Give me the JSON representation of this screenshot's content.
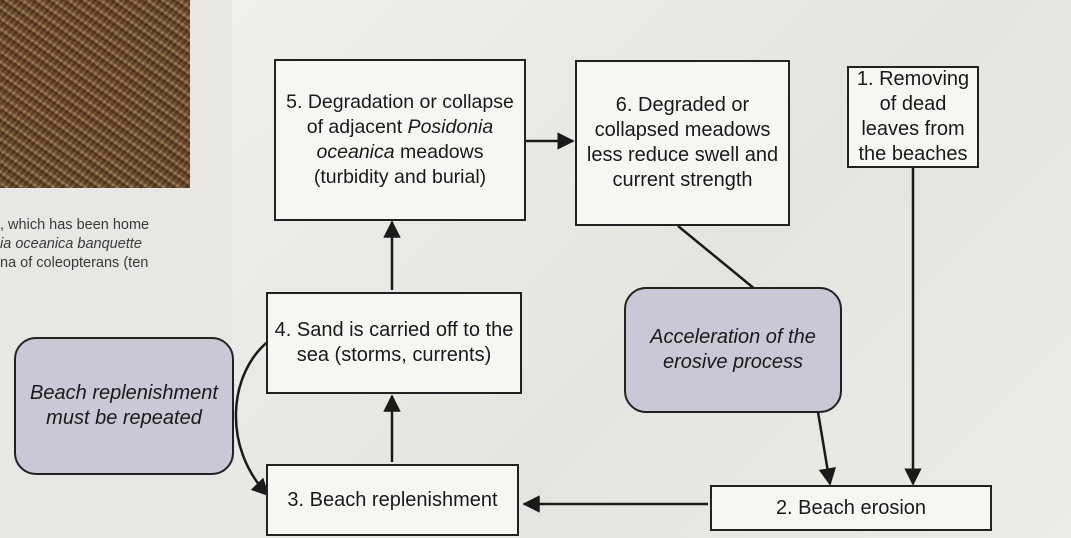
{
  "caption": {
    "line1": ", which has been home",
    "line2": "ia oceanica banquette",
    "line3": "na of coleopterans (ten"
  },
  "nodes": {
    "n1": {
      "label": "1. Removing of dead leaves from the beaches"
    },
    "n2": {
      "label": "2. Beach erosion"
    },
    "n3": {
      "label": "3. Beach replenishment"
    },
    "n4": {
      "label": "4. Sand is carried off to the sea (storms, currents)"
    },
    "n5": {
      "pre": "5. Degradation or collapse of adjacent ",
      "species": "Posidonia oceanica",
      "post": " meadows (turbidity and burial)"
    },
    "n6": {
      "label": "6. Degraded or collapsed meadows less reduce swell and current strength"
    },
    "acceleration": {
      "label": "Acceleration of the erosive process"
    },
    "repeat": {
      "label": "Beach replenishment must be repeated"
    }
  },
  "edges": [
    {
      "from": "n1",
      "to": "n2"
    },
    {
      "from": "n2",
      "to": "n3"
    },
    {
      "from": "n3",
      "to": "n4"
    },
    {
      "from": "n4",
      "to": "n5"
    },
    {
      "from": "n5",
      "to": "n6"
    },
    {
      "from": "n6",
      "to": "acceleration"
    },
    {
      "from": "acceleration",
      "to": "n2"
    },
    {
      "from": "n4",
      "to": "n3",
      "via": "repeat"
    }
  ]
}
